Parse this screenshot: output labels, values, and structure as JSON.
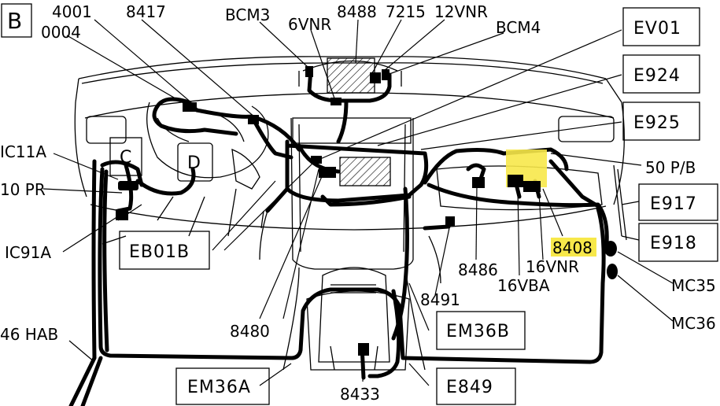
{
  "section_letter": "B",
  "boxed_labels": {
    "EV01": "EV01",
    "E924": "E924",
    "E925": "E925",
    "E917": "E917",
    "E918": "E918",
    "EB01B": "EB01B",
    "EM36B": "EM36B",
    "EM36A": "EM36A",
    "E849": "E849"
  },
  "component_labels": {
    "C": "C",
    "D": "D"
  },
  "labels": {
    "l4001": "4001",
    "l0004": "0004",
    "l8417": "8417",
    "BCM3": "BCM3",
    "l6VNR": "6VNR",
    "l8488": "8488",
    "l7215": "7215",
    "l12VNR": "12VNR",
    "BCM4": "BCM4",
    "IC11A": "IC11A",
    "PR10": "10 PR",
    "IC91A": "IC91A",
    "HAB46": "46 HAB",
    "l8480": "8480",
    "l8433": "8433",
    "l8491": "8491",
    "l8486": "8486",
    "l16VBA": "16VBA",
    "l16VNR": "16VNR",
    "l8408": "8408",
    "PB50": "50 P/B",
    "MC35": "MC35",
    "MC36": "MC36"
  },
  "highlight_color": "#f7e84a"
}
